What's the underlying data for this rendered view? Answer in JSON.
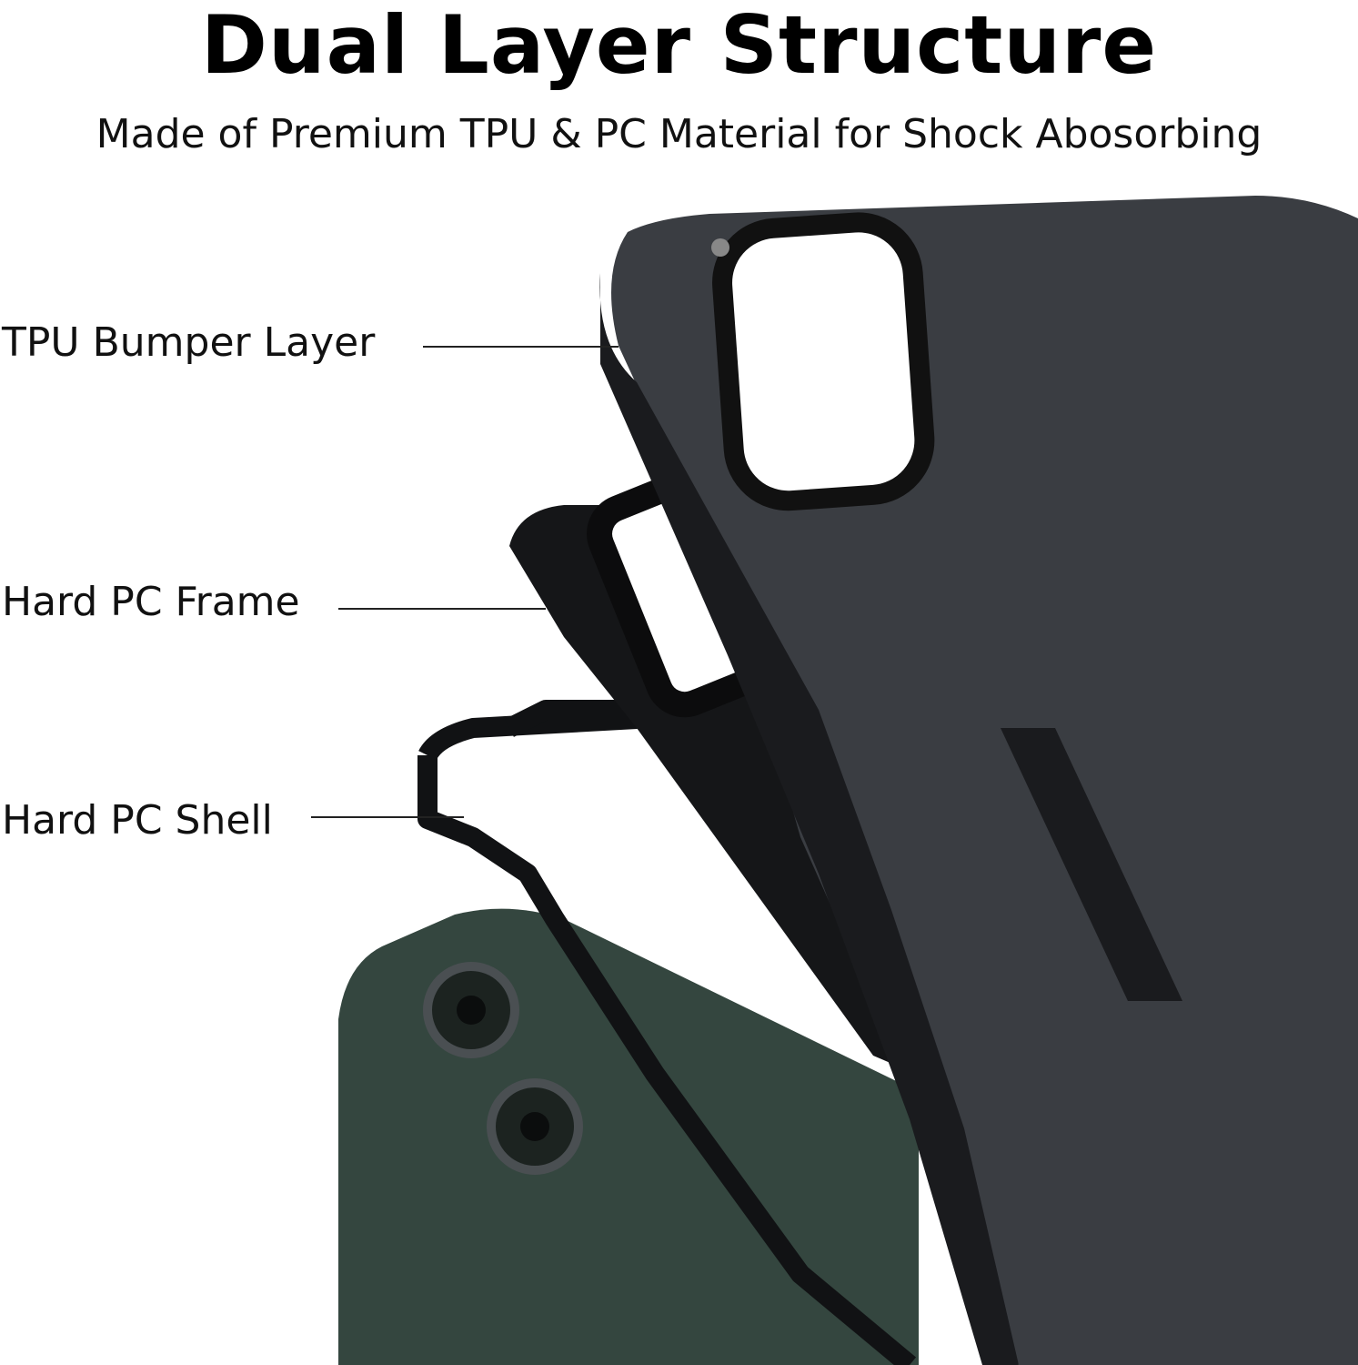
{
  "title": "Dual Layer Structure",
  "subtitle": "Made of Premium TPU & PC Material for Shock Abosorbing",
  "labels": {
    "tpu_bumper": "TPU Bumper Layer",
    "pc_frame": "Hard PC Frame",
    "pc_shell": "Hard PC Shell"
  },
  "colors": {
    "case": "#3a3d42",
    "frame": "#111214",
    "phone": "#34463f"
  }
}
